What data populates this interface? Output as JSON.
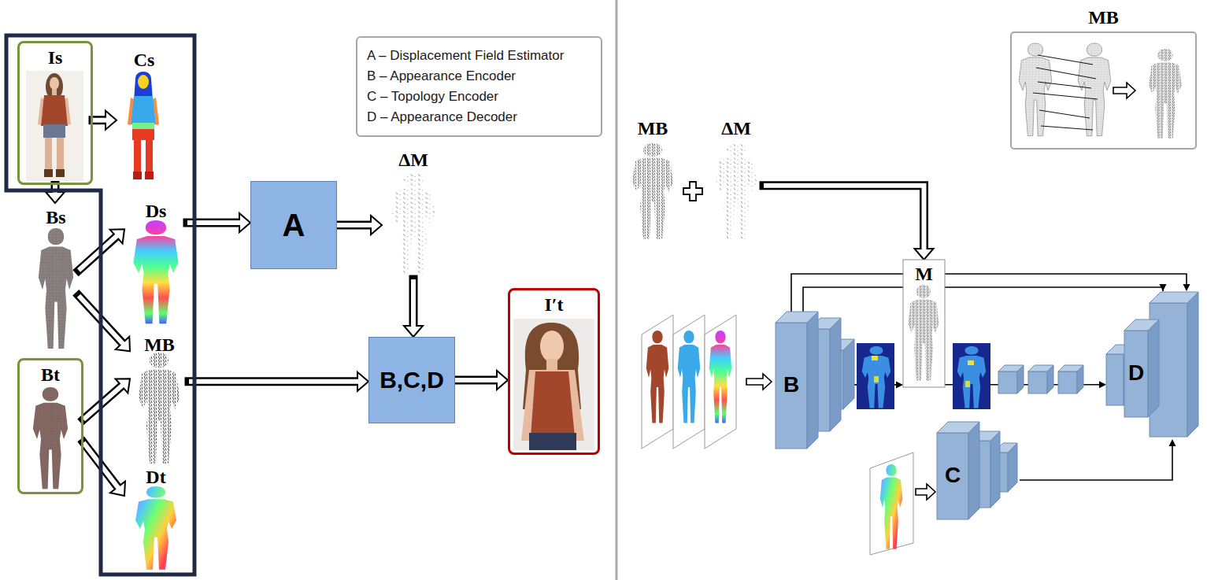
{
  "diagram": {
    "nodes": [
      {
        "text": [
          "Is"
        ]
      },
      {
        "text": [
          "Cs"
        ]
      },
      {
        "text": [
          "Bs"
        ]
      },
      {
        "text": [
          "Ds"
        ]
      },
      {
        "text": [
          "MB"
        ]
      },
      {
        "text": [
          "Bt"
        ]
      },
      {
        "text": [
          "Dt"
        ]
      },
      {
        "text": [
          "A – Displacement Field Estimator",
          "B – Appearance Encoder",
          "C – Topology Encoder",
          "D – Appearance Decoder"
        ]
      },
      {
        "text": [
          "A"
        ]
      },
      {
        "text": [
          "ΔM"
        ]
      },
      {
        "text": [
          "B,C,D"
        ]
      },
      {
        "text": [
          "I′t"
        ]
      },
      {
        "text": [
          "MB"
        ]
      },
      {
        "text": [
          "ΔM"
        ]
      },
      {
        "text": [
          "MB"
        ]
      },
      {
        "text": [
          "M"
        ]
      },
      {
        "text": [
          "B"
        ]
      },
      {
        "text": [
          "C"
        ]
      },
      {
        "text": [
          "D"
        ]
      }
    ],
    "edges": [
      {
        "from": 0,
        "to": 1,
        "arrow": "to"
      },
      {
        "from": 0,
        "to": 2,
        "arrow": "to"
      },
      {
        "from": 2,
        "to": 3,
        "arrow": "to"
      },
      {
        "from": 2,
        "to": 4,
        "arrow": "to"
      },
      {
        "from": 5,
        "to": 4,
        "arrow": "to"
      },
      {
        "from": 5,
        "to": 6,
        "arrow": "to"
      },
      {
        "from": 3,
        "to": 8,
        "arrow": "to"
      },
      {
        "from": 8,
        "to": 9,
        "arrow": "to"
      },
      {
        "from": 9,
        "to": 10,
        "arrow": "to"
      },
      {
        "from": 4,
        "to": 10,
        "arrow": "to"
      },
      {
        "from": 10,
        "to": 11,
        "arrow": "to"
      },
      {
        "from": 13,
        "to": 15,
        "arrow": "to"
      },
      {
        "from": 16,
        "to": 15,
        "arrow": "to"
      },
      {
        "from": 15,
        "to": 18,
        "arrow": "to"
      },
      {
        "from": 16,
        "to": 18,
        "arrow": "to"
      },
      {
        "from": 16,
        "to": 18,
        "arrow": "to"
      },
      {
        "from": 17,
        "to": 18,
        "arrow": "to"
      }
    ]
  }
}
